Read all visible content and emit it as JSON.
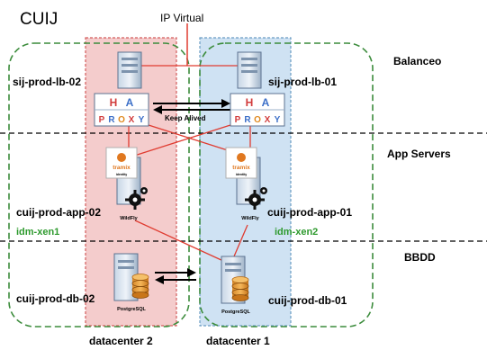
{
  "title": "CUIJ",
  "ip_virtual": "IP Virtual",
  "sections": {
    "balanceo": "Balanceo",
    "app_servers": "App Servers",
    "bbdd": "BBDD"
  },
  "datacenters": {
    "dc2": "datacenter 2",
    "dc1": "datacenter 1"
  },
  "hosts": {
    "lb02": "sij-prod-lb-02",
    "lb01": "sij-prod-lb-01",
    "app02": "cuij-prod-app-02",
    "app01": "cuij-prod-app-01",
    "db02": "cuij-prod-db-02",
    "db01": "cuij-prod-db-01"
  },
  "xen": {
    "xen1": "idm-xen1",
    "xen2": "idm-xen2"
  },
  "keepalived": "Keep Alived",
  "haproxy_letters": [
    "H",
    "A",
    "P",
    "R",
    "O",
    "X",
    "Y"
  ],
  "tramix": "tramix",
  "tramix_sub": "identity",
  "wildfly": "WildFly",
  "postgresql": "PostgreSQL",
  "colors": {
    "dc2_fill": "#f4cccc",
    "dc2_stroke": "#d35c5c",
    "dc1_fill": "#cfe2f3",
    "dc1_stroke": "#6b9cc3",
    "group_stroke": "#3c8c3c",
    "link": "#e03c31"
  }
}
